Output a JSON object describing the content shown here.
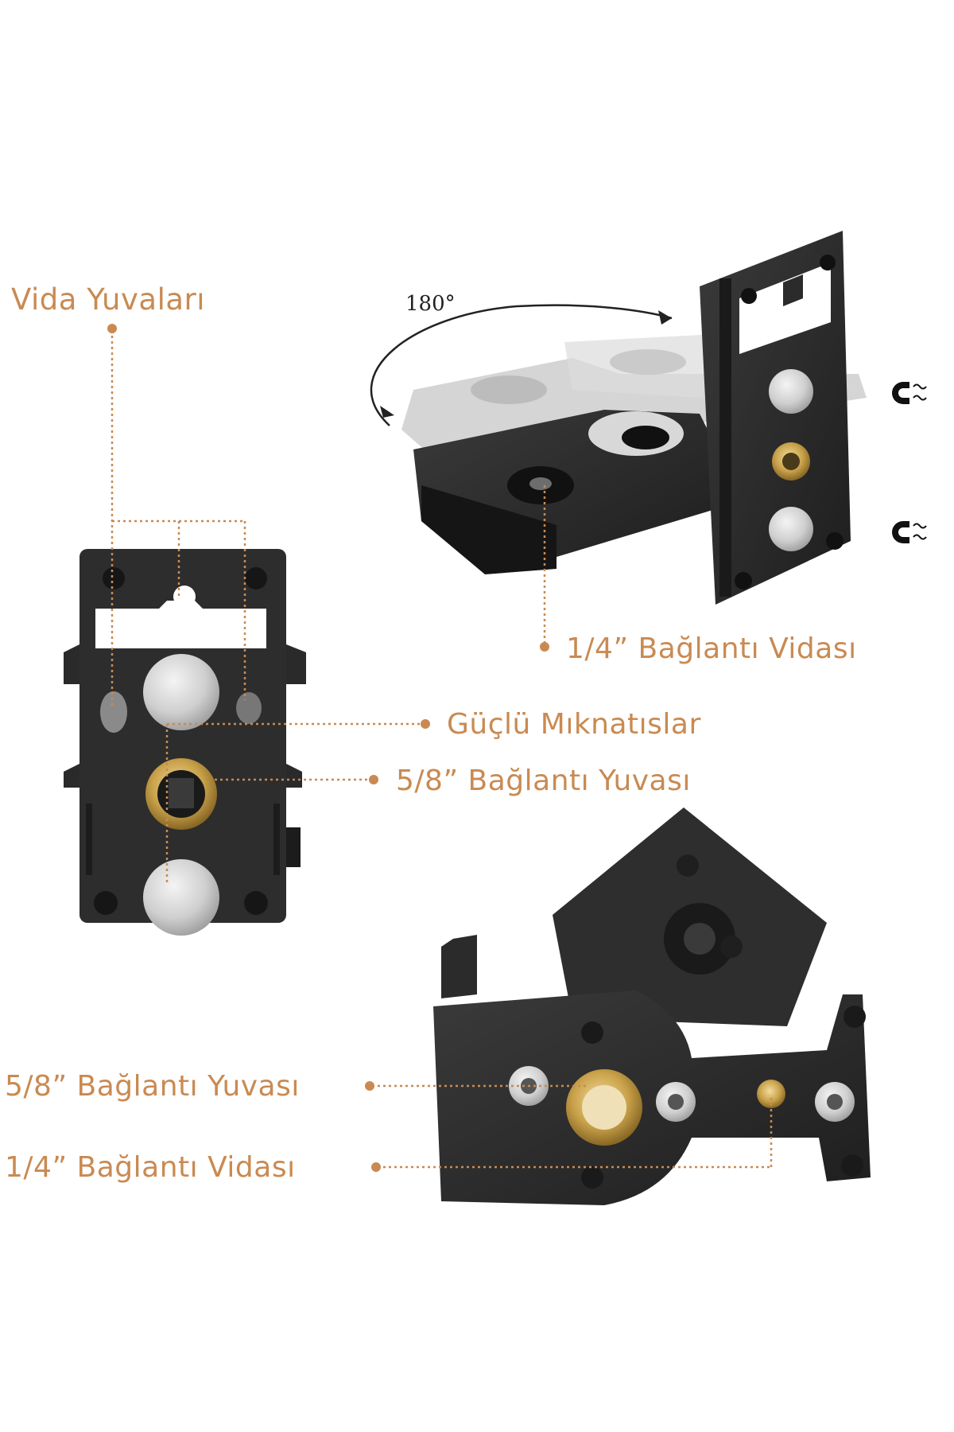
{
  "labels": {
    "screw_slots": "Vida Yuvaları",
    "rotation": "180°",
    "mount_screw_top": "1/4” Bağlantı Vidası",
    "magnets": "Güçlü Mıknatıslar",
    "mount_slot_mid": "5/8” Bağlantı Yuvası",
    "mount_slot_bottom": "5/8” Bağlantı Yuvası",
    "mount_screw_bottom": "1/4” Bağlantı Vidası"
  },
  "icons": {
    "magnet_top": "magnet-icon",
    "magnet_bottom": "magnet-icon",
    "rotation_arrow": "rotation-arrow-icon"
  },
  "colors": {
    "label": "#c98a52",
    "leader": "#c98a52",
    "bracket_dark": "#2b2b2b",
    "brass": "#c9a24a",
    "magnet_silver": "#d9d9d9"
  }
}
